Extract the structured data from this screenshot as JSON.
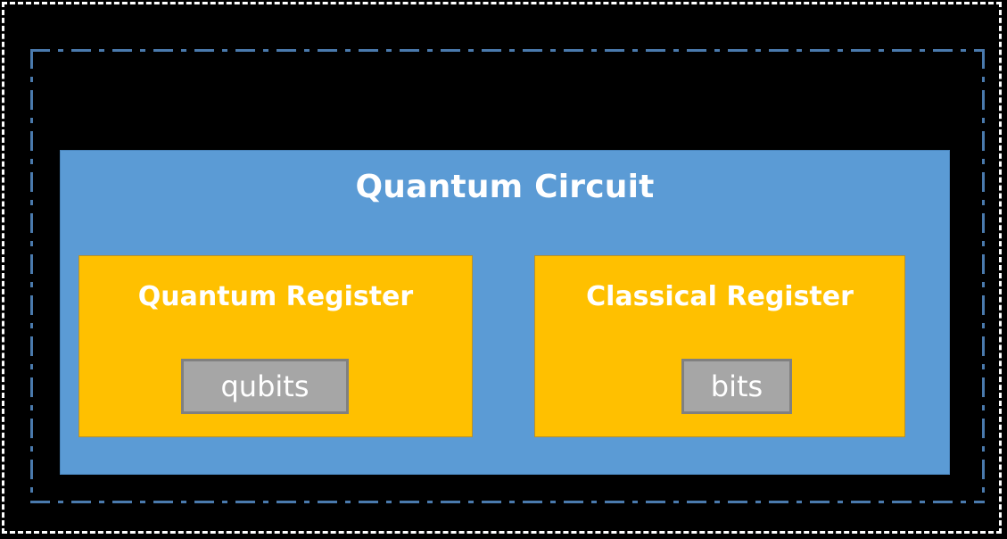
{
  "diagram": {
    "type": "nested-block-diagram",
    "background_color": "#000000",
    "outer_frame": {
      "name": "figure-boundary",
      "style": "dashed",
      "color": "#ffffff"
    },
    "inner_frame": {
      "name": "cluster-boundary",
      "style": "dash-dot",
      "color": "#4a7aad"
    },
    "circuit": {
      "title": "Quantum Circuit",
      "fill_color": "#5b9bd5",
      "text_color": "#ffffff",
      "registers": [
        {
          "title": "Quantum Register",
          "fill_color": "#ffc000",
          "text_color": "#ffffff",
          "leaf": {
            "label": "qubits",
            "fill_color": "#a6a6a6",
            "border_color": "#808080",
            "text_color": "#ffffff"
          }
        },
        {
          "title": "Classical Register",
          "fill_color": "#ffc000",
          "text_color": "#ffffff",
          "leaf": {
            "label": "bits",
            "fill_color": "#a6a6a6",
            "border_color": "#808080",
            "text_color": "#ffffff"
          }
        }
      ]
    }
  }
}
